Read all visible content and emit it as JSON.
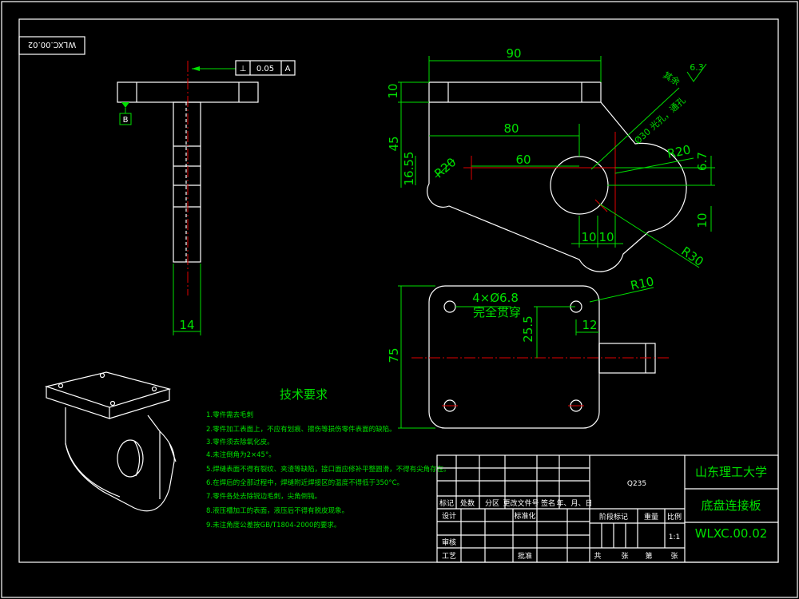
{
  "drawing_number_rotated": "WLXC.00.02",
  "flatness": {
    "symbol": "⊥",
    "tolerance": "0.05",
    "datum": "A"
  },
  "datum_b": "B",
  "side_view": {
    "width_dim": "14"
  },
  "front_view": {
    "dims": [
      "90",
      "10",
      "45",
      "16.55",
      "80",
      "60",
      "R20",
      "R20",
      "6.7",
      "10",
      "10",
      "10",
      "R30"
    ],
    "hole_callout": "Ø30 光孔，通孔",
    "roughness_label": "其余",
    "roughness_value": "6.3"
  },
  "top_view": {
    "hole_callout_1": "4×Ø6.8",
    "hole_callout_2": "完全贯穿",
    "r10": "R10",
    "d25_5": "25.5",
    "d12": "12",
    "d75": "75"
  },
  "tech_requirements": {
    "title": "技术要求",
    "items": [
      "1.零件需去毛刺",
      "2.零件加工表面上，不应有划痕、擦伤等损伤零件表面的缺陷。",
      "3.零件须去除氧化皮。",
      "4.未注倒角为2×45°。",
      "5.焊缝表面不得有裂纹、夹渣等缺陷，接口面应修补平整圆滑，不得有尖角存在。",
      "6.在焊后的全部过程中，焊缝附近焊接区的温度不得低于350°C。",
      "7.零件各处去除锐边毛刺，尖角倒钝。",
      "8.液压槽加工的表面，液压后不得有脱皮现象。",
      "9.未注角度公差按GB/T1804-2000的要求。"
    ]
  },
  "title_block": {
    "material": "Q235",
    "company": "山东理工大学",
    "part_name": "底盘连接板",
    "drawing_no": "WLXC.00.02",
    "row_labels": [
      "标记",
      "处数",
      "分区",
      "更改文件号",
      "签名",
      "年、月、日"
    ],
    "design": "设计",
    "standardize": "标准化",
    "review": "审核",
    "process": "工艺",
    "approve": "批准",
    "stage_mark": "阶段标记",
    "weight": "重量",
    "scale_label": "比例",
    "scale": "1:1",
    "sheet_row": [
      "共",
      "张",
      "第",
      "张"
    ]
  },
  "colors": {
    "background": "#000000",
    "geometry": "#ffffff",
    "dimension": "#00e000",
    "centerline": "#e00000"
  }
}
